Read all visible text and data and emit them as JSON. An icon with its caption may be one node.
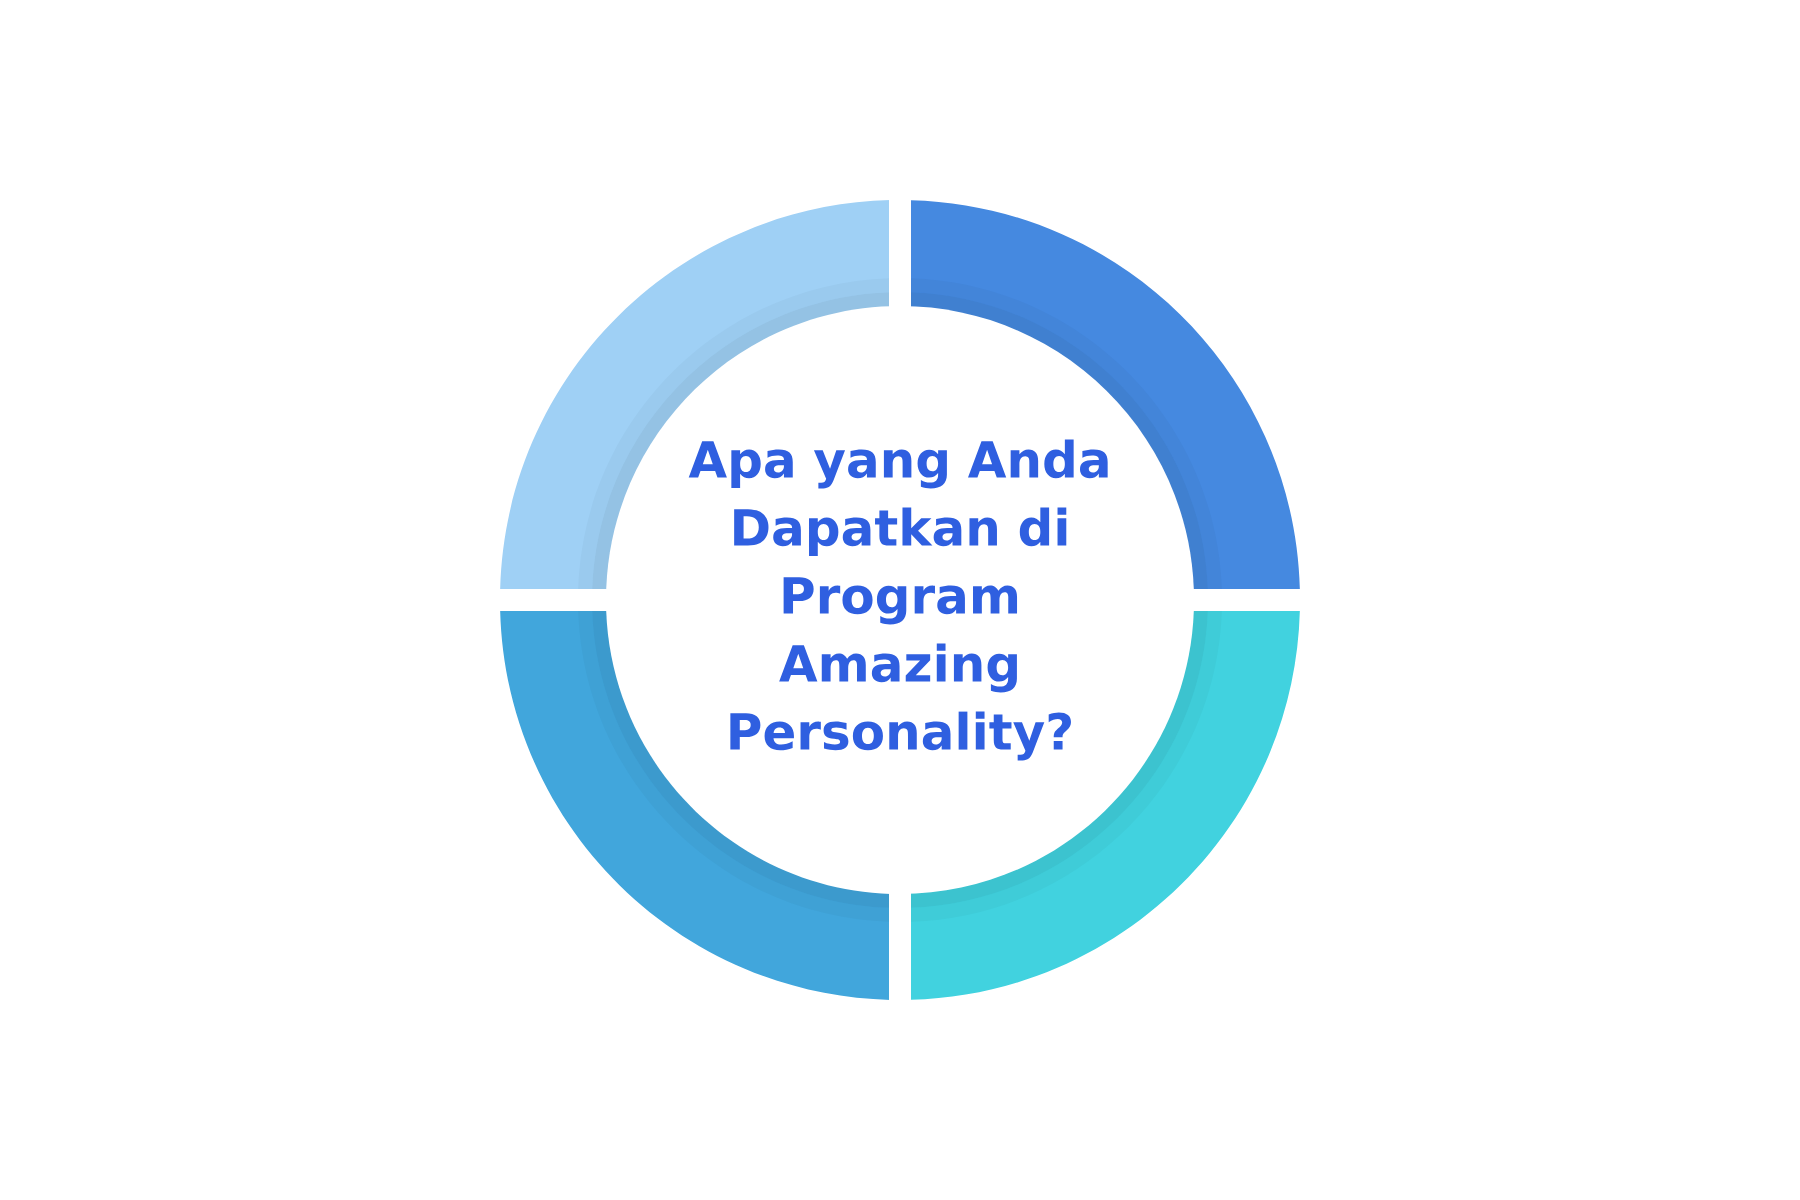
{
  "diagram": {
    "nodes": [
      {
        "text": [
          "Apa yang Anda Dapatkan di Program Amazing Personality?"
        ]
      },
      {
        "text": [],
        "shape": "segment"
      },
      {
        "text": [],
        "shape": "segment"
      },
      {
        "text": [],
        "shape": "segment"
      },
      {
        "text": [],
        "shape": "segment"
      }
    ]
  }
}
